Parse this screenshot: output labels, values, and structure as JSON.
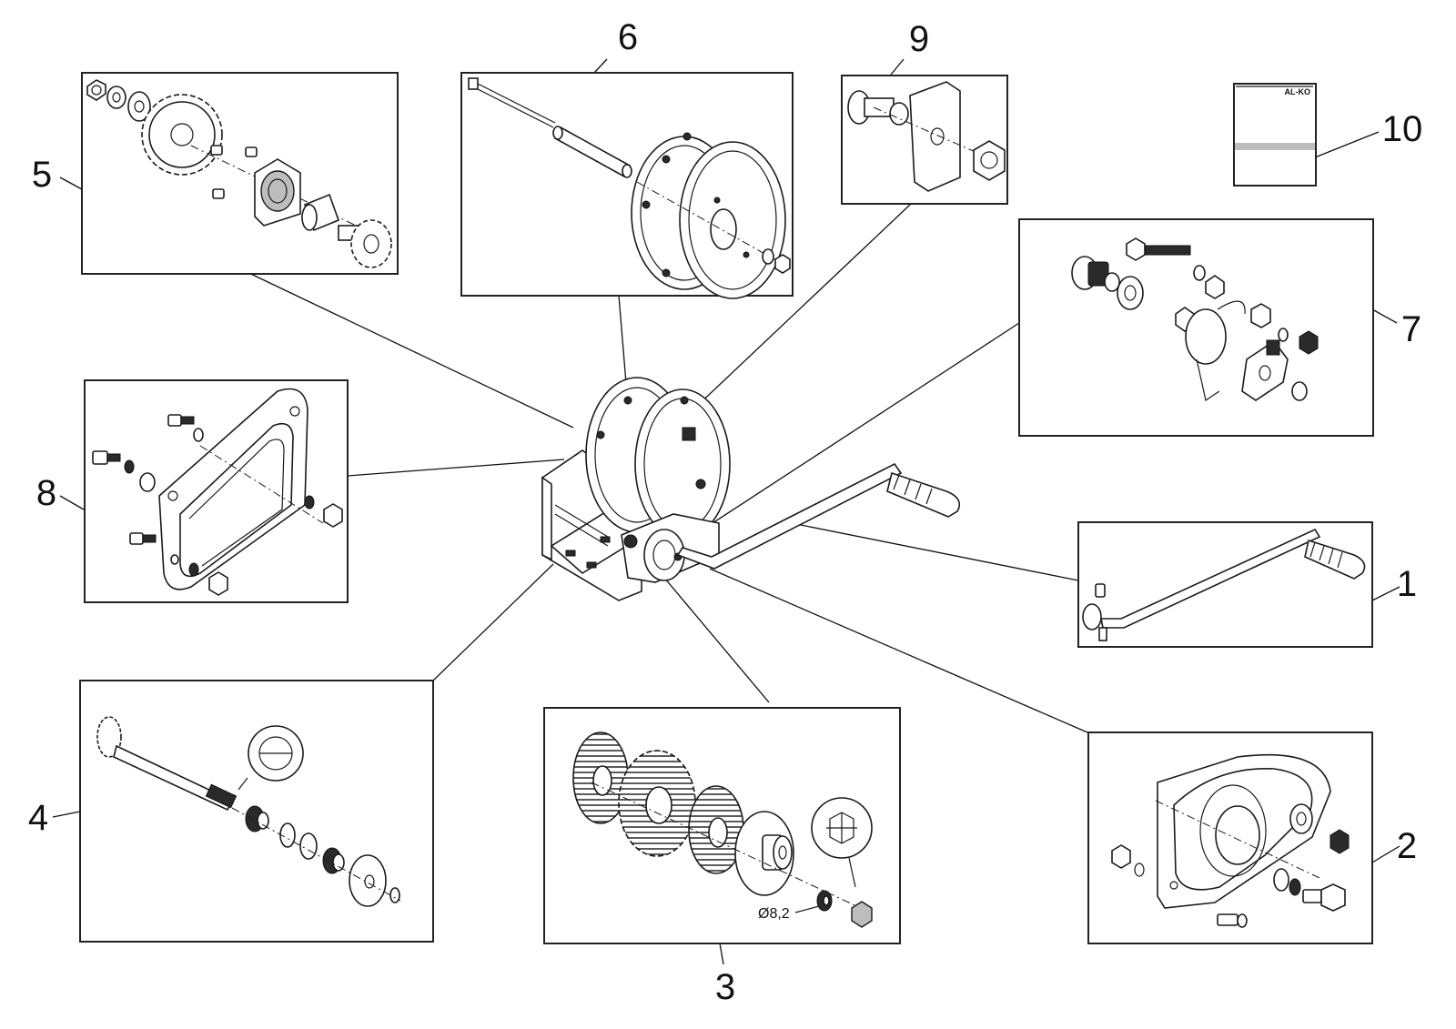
{
  "callouts": [
    "1",
    "2",
    "3",
    "4",
    "5",
    "6",
    "7",
    "8",
    "9",
    "10"
  ],
  "dimension_label": "Ø8,2",
  "manual_brand": "AL-KO"
}
